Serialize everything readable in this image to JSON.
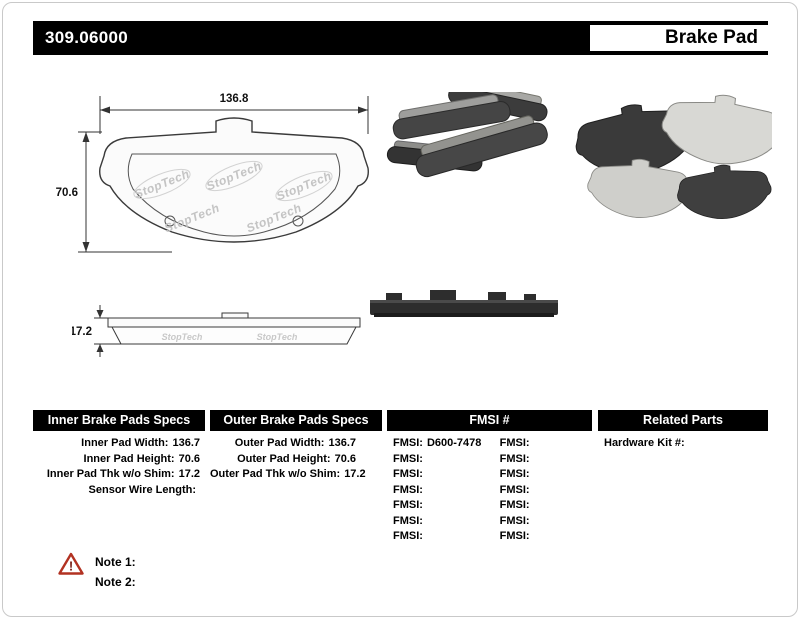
{
  "header": {
    "part_number": "309.06000",
    "product_name": "Brake Pad"
  },
  "diagram": {
    "watermark": "StopTech",
    "front_view": {
      "width": "136.8",
      "height": "70.6"
    },
    "side_view": {
      "thickness": "17.2"
    }
  },
  "spec_table": {
    "inner": {
      "title": "Inner Brake Pads Specs",
      "rows": [
        {
          "label": "Inner Pad Width:",
          "value": "136.7"
        },
        {
          "label": "Inner Pad Height:",
          "value": "70.6"
        },
        {
          "label": "Inner Pad Thk w/o Shim:",
          "value": "17.2"
        },
        {
          "label": "Sensor Wire Length:",
          "value": ""
        }
      ]
    },
    "outer": {
      "title": "Outer Brake Pads Specs",
      "rows": [
        {
          "label": "Outer Pad Width:",
          "value": "136.7"
        },
        {
          "label": "Outer Pad Height:",
          "value": "70.6"
        },
        {
          "label": "Outer Pad Thk w/o Shim:",
          "value": "17.2"
        }
      ]
    },
    "fmsi": {
      "title": "FMSI #",
      "rows": [
        {
          "left_label": "FMSI:",
          "left_value": "D600-7478",
          "right_label": "FMSI:",
          "right_value": ""
        },
        {
          "left_label": "FMSI:",
          "left_value": "",
          "right_label": "FMSI:",
          "right_value": ""
        },
        {
          "left_label": "FMSI:",
          "left_value": "",
          "right_label": "FMSI:",
          "right_value": ""
        },
        {
          "left_label": "FMSI:",
          "left_value": "",
          "right_label": "FMSI:",
          "right_value": ""
        },
        {
          "left_label": "FMSI:",
          "left_value": "",
          "right_label": "FMSI:",
          "right_value": ""
        },
        {
          "left_label": "FMSI:",
          "left_value": "",
          "right_label": "FMSI:",
          "right_value": ""
        },
        {
          "left_label": "FMSI:",
          "left_value": "",
          "right_label": "FMSI:",
          "right_value": ""
        }
      ]
    },
    "related": {
      "title": "Related Parts",
      "rows": [
        {
          "label": "Hardware Kit #:",
          "value": ""
        }
      ]
    }
  },
  "notes": {
    "warning_glyph": "!",
    "note1": "Note 1:",
    "note2": "Note 2:"
  }
}
